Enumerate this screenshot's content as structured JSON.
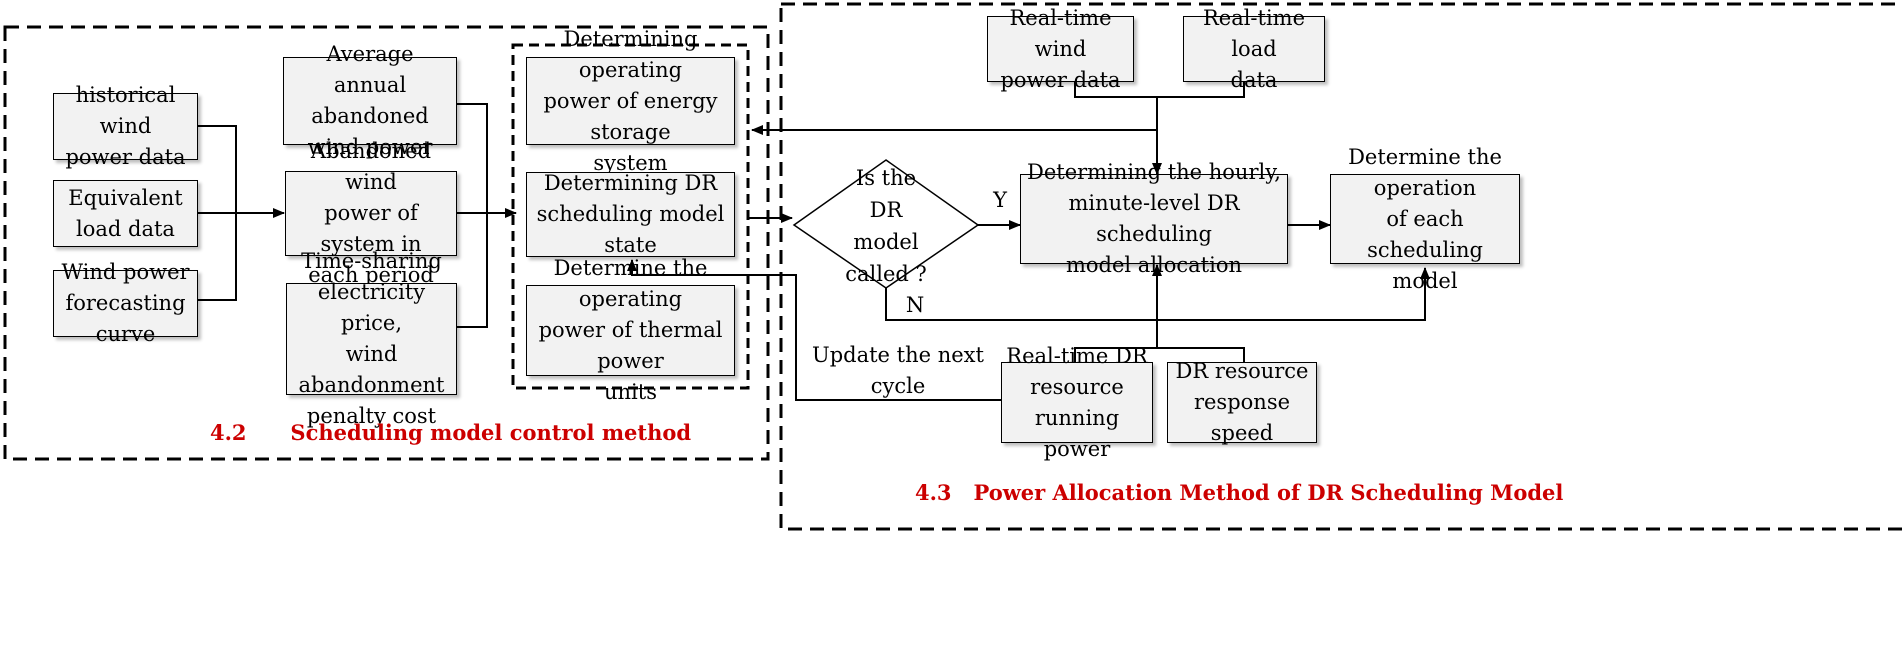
{
  "groups": {
    "left_caption": "4.2      Scheduling model control method",
    "right_caption": "4.3   Power Allocation Method of DR Scheduling Model"
  },
  "boxes": {
    "historical_wind": "historical wind\npower data",
    "equivalent_load": "Equivalent\nload data",
    "wind_forecast": "Wind power\nforecasting curve",
    "average_annual": "Average annual\nabandoned\nwind power",
    "abandoned_system": "Abandoned wind\npower of system in\neach period",
    "time_sharing": "Time-sharing\nelectricity price,\nwind abandonment\npenalty cost",
    "energy_storage": "Determining operating\npower of energy storage\nsystem",
    "dr_state": "Determining DR\nscheduling model state",
    "thermal_units": "Determine the operating\npower of thermal power\nunits",
    "realtime_wind": "Real-time wind\npower data",
    "realtime_load": "Real-time load\ndata",
    "hourly_allocation": "Determining the hourly,\nminute-level DR scheduling\nmodel allocation",
    "determine_operation": "Determine the operation\nof each scheduling\nmodel",
    "dr_running_power": "Real-time DR\nresource running\npower",
    "dr_response_speed": "DR resource\nresponse speed"
  },
  "decision": {
    "question": "Is the\nDR\nmodel\ncalled ?",
    "yes_label": "Y",
    "no_label": "N"
  },
  "feedback_label": "Update the next\ncycle"
}
